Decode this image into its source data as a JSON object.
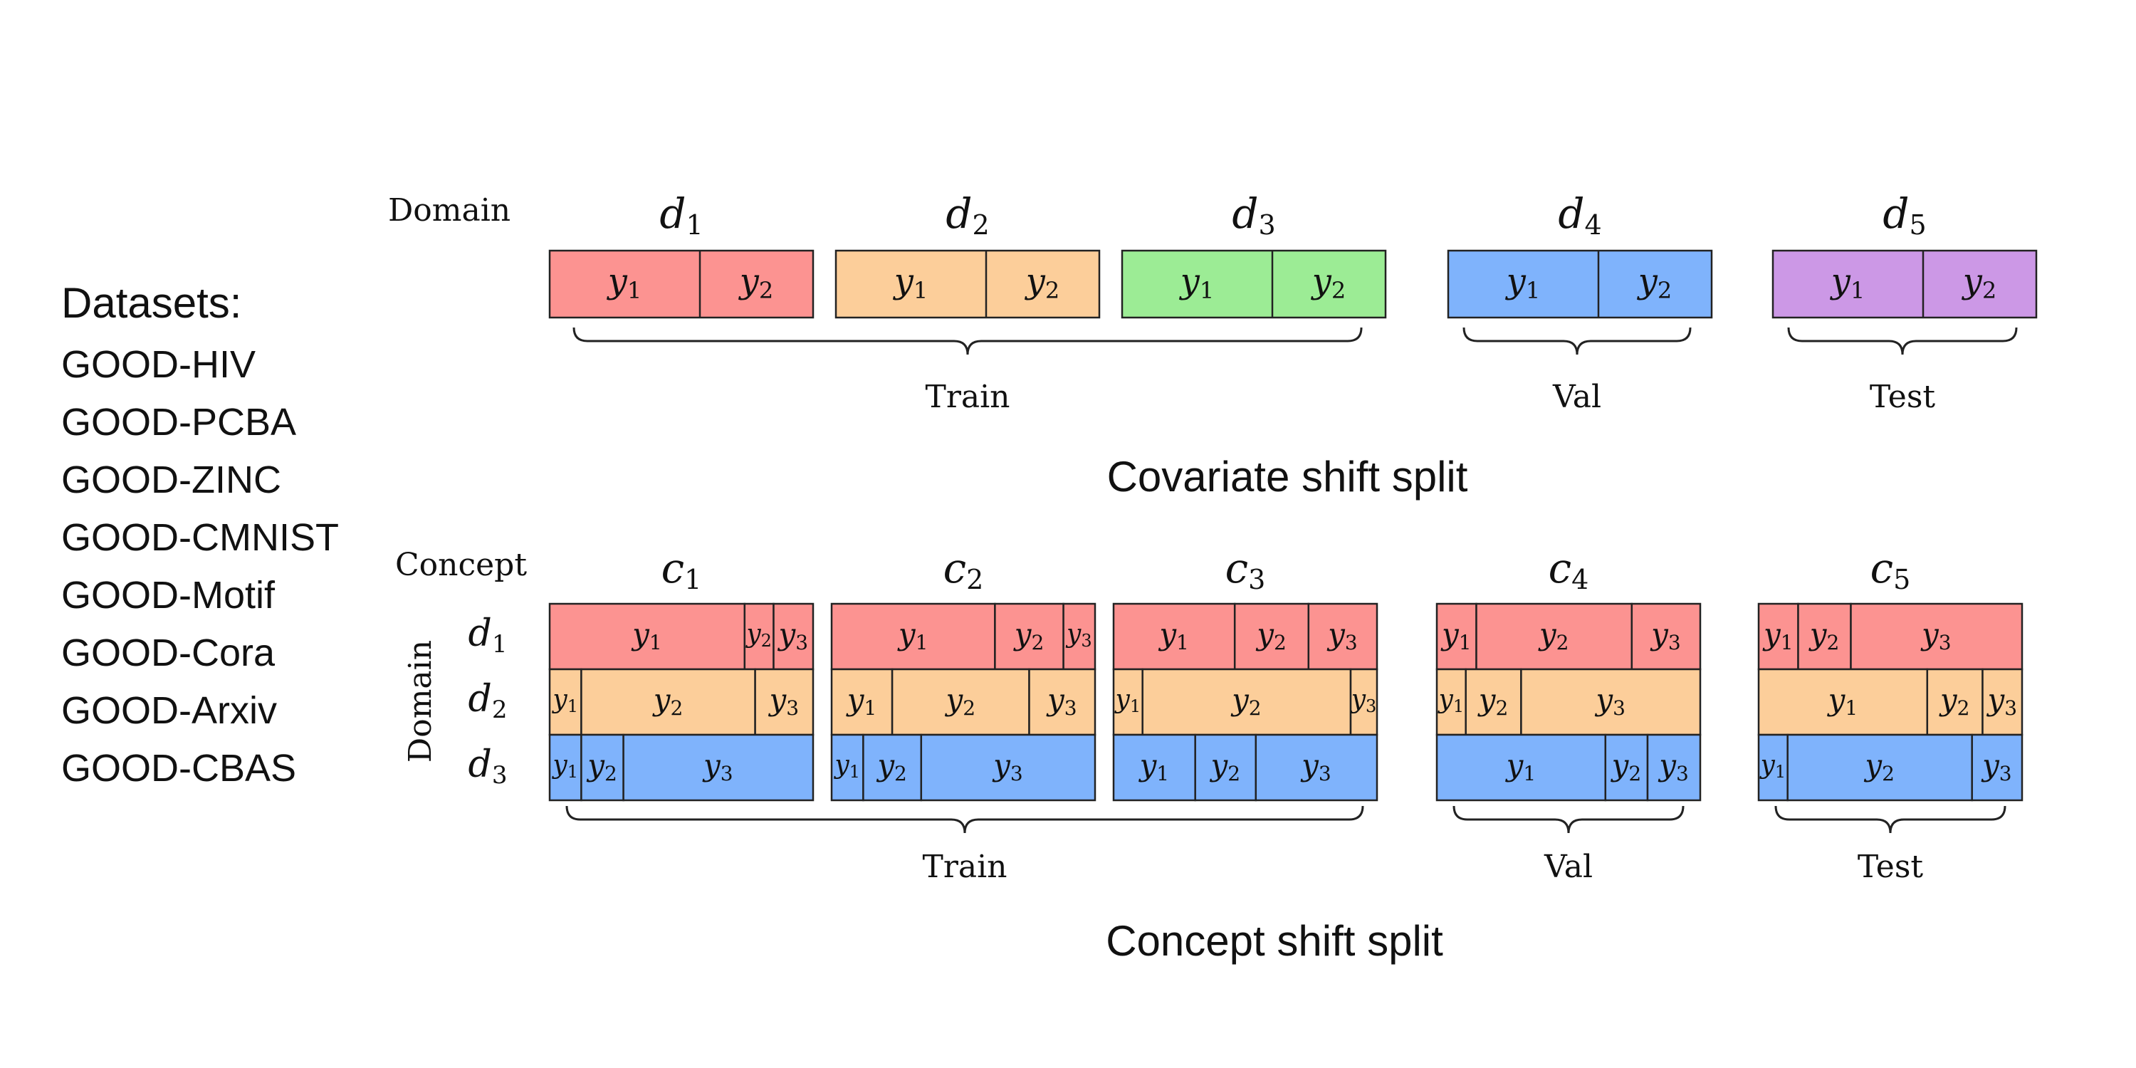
{
  "datasets": {
    "title": "Datasets:",
    "items": [
      "GOOD-HIV",
      "GOOD-PCBA",
      "GOOD-ZINC",
      "GOOD-CMNIST",
      "GOOD-Motif",
      "GOOD-Cora",
      "GOOD-Arxiv",
      "GOOD-CBAS"
    ]
  },
  "colors": {
    "red": "#fc9391",
    "orange": "#fcce9a",
    "green": "#9cec95",
    "blue": "#7fb3fc",
    "purple": "#cc98e6"
  },
  "covariate": {
    "row_label": "Domain",
    "domains": [
      {
        "sym": "d",
        "sub": "1",
        "color": "red",
        "labels": [
          [
            "y",
            "1"
          ],
          [
            "y",
            "2"
          ]
        ]
      },
      {
        "sym": "d",
        "sub": "2",
        "color": "orange",
        "labels": [
          [
            "y",
            "1"
          ],
          [
            "y",
            "2"
          ]
        ]
      },
      {
        "sym": "d",
        "sub": "3",
        "color": "green",
        "labels": [
          [
            "y",
            "1"
          ],
          [
            "y",
            "2"
          ]
        ]
      },
      {
        "sym": "d",
        "sub": "4",
        "color": "blue",
        "labels": [
          [
            "y",
            "1"
          ],
          [
            "y",
            "2"
          ]
        ]
      },
      {
        "sym": "d",
        "sub": "5",
        "color": "purple",
        "labels": [
          [
            "y",
            "1"
          ],
          [
            "y",
            "2"
          ]
        ]
      }
    ],
    "splits": [
      "Train",
      "Val",
      "Test"
    ],
    "caption": "Covariate shift split"
  },
  "concept": {
    "col_label": "Concept",
    "row_axis_label": "Domain",
    "row_labels": [
      [
        "d",
        "1"
      ],
      [
        "d",
        "2"
      ],
      [
        "d",
        "3"
      ]
    ],
    "row_colors": [
      "red",
      "orange",
      "blue"
    ],
    "concepts": [
      {
        "sym": "c",
        "sub": "1",
        "rows": [
          [
            0.74,
            0.11,
            0.15
          ],
          [
            0.12,
            0.66,
            0.22
          ],
          [
            0.12,
            0.16,
            0.72
          ]
        ]
      },
      {
        "sym": "c",
        "sub": "2",
        "rows": [
          [
            0.62,
            0.26,
            0.12
          ],
          [
            0.23,
            0.52,
            0.25
          ],
          [
            0.12,
            0.22,
            0.66
          ]
        ]
      },
      {
        "sym": "c",
        "sub": "3",
        "rows": [
          [
            0.46,
            0.28,
            0.26
          ],
          [
            0.11,
            0.79,
            0.1
          ],
          [
            0.31,
            0.23,
            0.46
          ]
        ]
      },
      {
        "sym": "c",
        "sub": "4",
        "rows": [
          [
            0.15,
            0.59,
            0.26
          ],
          [
            0.11,
            0.21,
            0.68
          ],
          [
            0.64,
            0.16,
            0.2
          ]
        ]
      },
      {
        "sym": "c",
        "sub": "5",
        "rows": [
          [
            0.15,
            0.2,
            0.65
          ],
          [
            0.64,
            0.21,
            0.15
          ],
          [
            0.11,
            0.7,
            0.19
          ]
        ]
      }
    ],
    "splits": [
      "Train",
      "Val",
      "Test"
    ],
    "caption": "Concept shift split"
  }
}
